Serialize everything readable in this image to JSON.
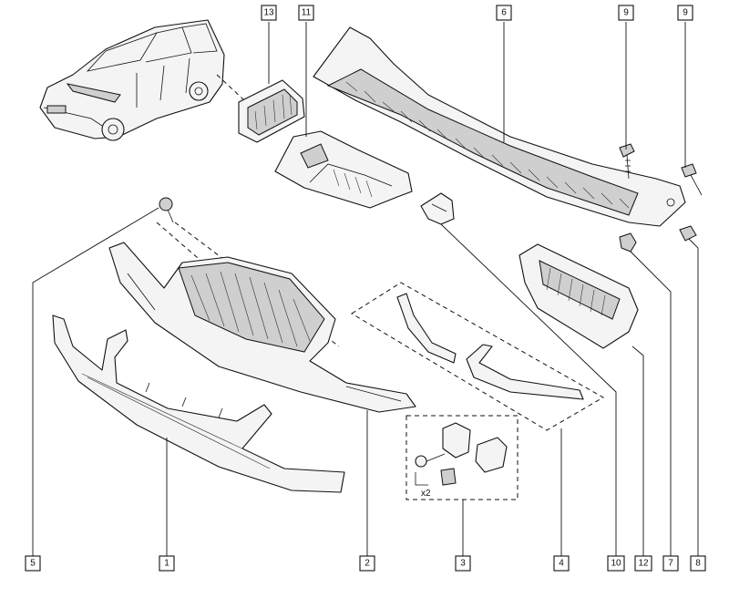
{
  "callouts": [
    "13",
    "11",
    "6",
    "9",
    "9",
    "5",
    "1",
    "2",
    "3",
    "4",
    "10",
    "12",
    "7",
    "8"
  ],
  "quantity_label": "x2"
}
